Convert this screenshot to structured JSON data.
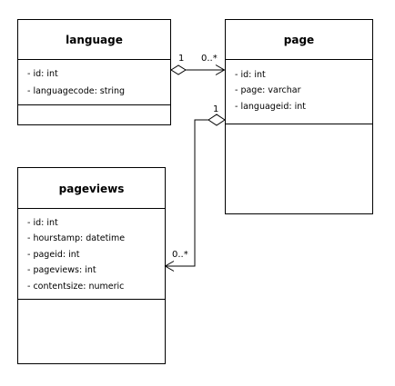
{
  "diagram": {
    "classes": [
      {
        "key": "language",
        "name": "language",
        "attributes": [
          "- id: int",
          "- languagecode: string"
        ]
      },
      {
        "key": "page",
        "name": "page",
        "attributes": [
          "- id: int",
          "- page: varchar",
          "- languageid: int"
        ]
      },
      {
        "key": "pageviews",
        "name": "pageviews",
        "attributes": [
          "- id: int",
          "- hourstamp: datetime",
          "- pageid: int",
          "- pageviews: int",
          "- contentsize: numeric"
        ]
      }
    ],
    "associations": [
      {
        "key": "language-page",
        "from": "language",
        "to": "page",
        "source_multiplicity": "1",
        "target_multiplicity": "0..*",
        "kind": "aggregation"
      },
      {
        "key": "page-pageviews",
        "from": "page",
        "to": "pageviews",
        "source_multiplicity": "1",
        "target_multiplicity": "0..*",
        "kind": "aggregation"
      }
    ]
  }
}
